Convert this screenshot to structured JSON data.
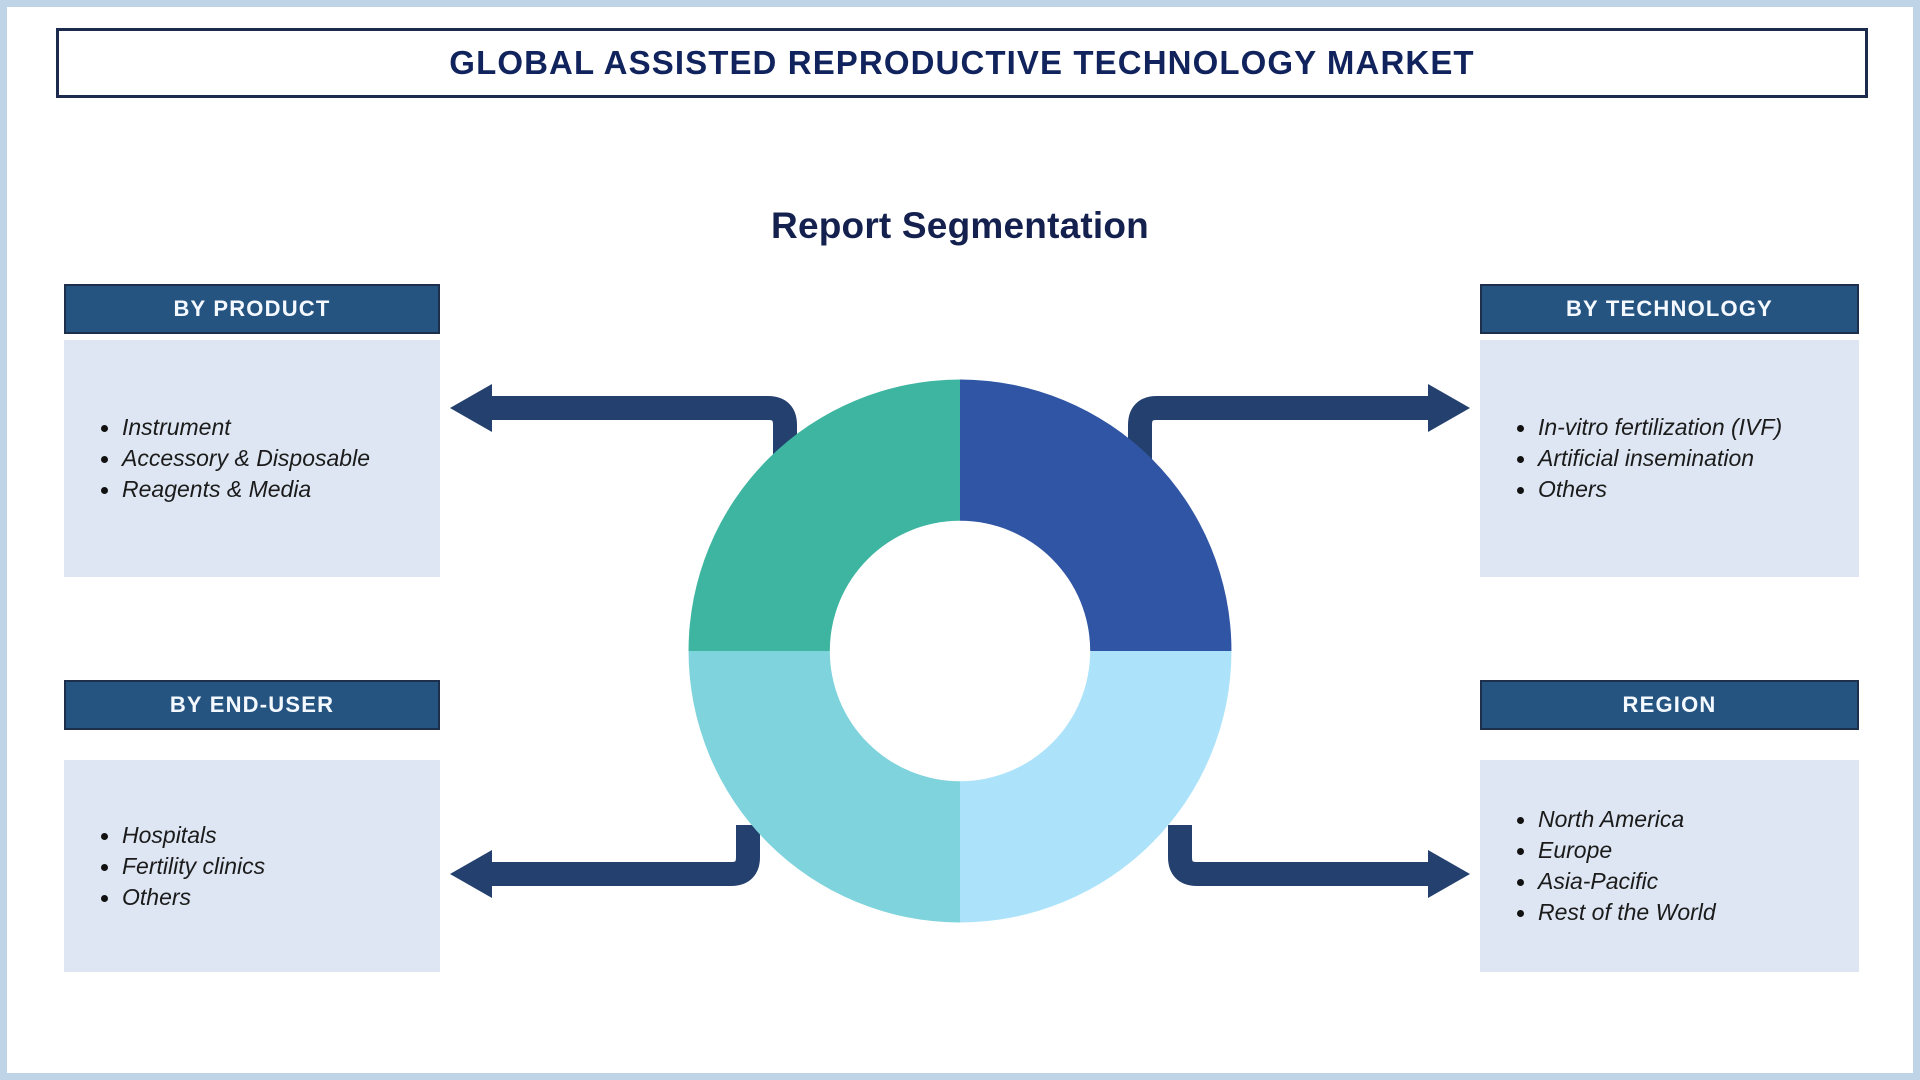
{
  "page": {
    "title": "GLOBAL ASSISTED REPRODUCTIVE TECHNOLOGY MARKET",
    "subtitle": "Report Segmentation",
    "frame_color": "#bfd4e6",
    "title_border_color": "#1b2a4d",
    "title_text_color": "#10235c",
    "subtitle_color": "#14204e",
    "header_bar_color": "#265480",
    "content_box_color": "#dde6f2",
    "connector_color": "#23406e"
  },
  "segments": [
    {
      "id": "product",
      "header": "BY PRODUCT",
      "items": [
        "Instrument",
        "Accessory & Disposable",
        "Reagents & Media"
      ]
    },
    {
      "id": "technology",
      "header": "BY TECHNOLOGY",
      "items": [
        "In-vitro fertilization (IVF)",
        "Artificial insemination",
        "Others"
      ]
    },
    {
      "id": "enduser",
      "header": "BY END-USER",
      "items": [
        "Hospitals",
        "Fertility clinics",
        "Others"
      ]
    },
    {
      "id": "region",
      "header": "REGION",
      "items": [
        "North America",
        "Europe",
        "Asia-Pacific",
        "Rest of the World"
      ]
    }
  ],
  "chart_data": {
    "type": "pie",
    "title": "Report Segmentation",
    "subtype": "donut",
    "legend": "none",
    "labels": [
      "By Technology",
      "Region",
      "By End-User",
      "By Product"
    ],
    "values": [
      25,
      25,
      25,
      25
    ],
    "colors": [
      "#2f55a4",
      "#ace3fa",
      "#7fd3dc",
      "#3db5a0"
    ],
    "inner_radius_ratio": 0.48,
    "start_angle_deg": 0,
    "note": "Four equal quadrants; top-right dark blue, bottom-right light blue, bottom-left light teal, top-left green-teal"
  }
}
